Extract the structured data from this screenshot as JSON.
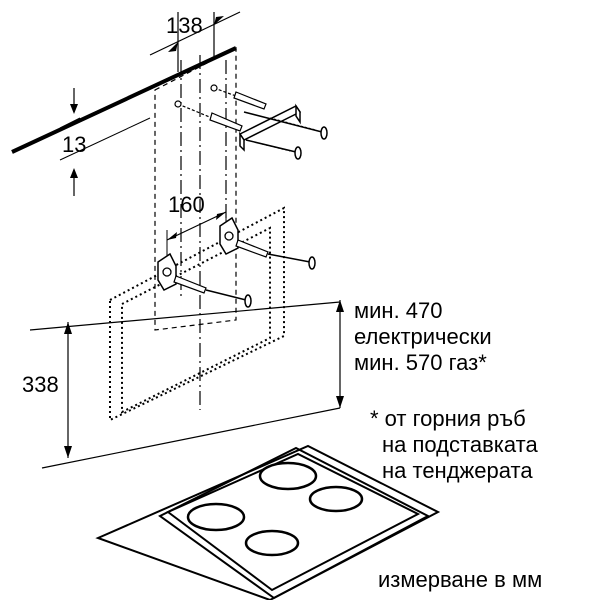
{
  "dimensions": {
    "top_spacing": "138",
    "bracket_offset": "13",
    "bracket_spacing": "160",
    "min_height": "338"
  },
  "clearance": {
    "line1": "мин. 470",
    "line2": "електрически",
    "line3": "мин. 570 газ*"
  },
  "footnote": {
    "line1": "* от горния ръб",
    "line2": "на подставката",
    "line3": "на тенджерата"
  },
  "units_note": "измерване в мм"
}
